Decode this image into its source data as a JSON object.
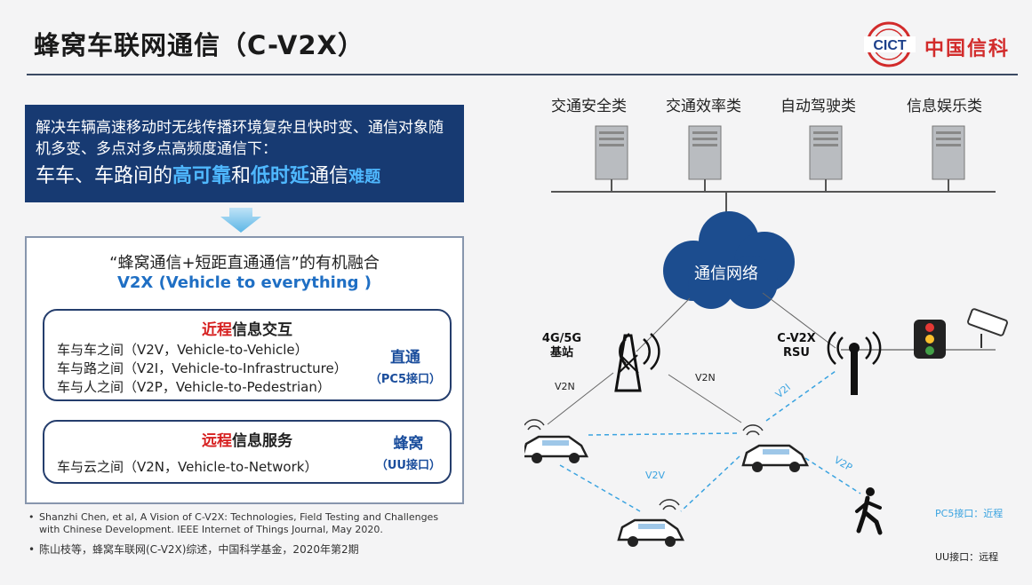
{
  "header": {
    "title": "蜂窝车联网通信（C-V2X）",
    "logo_text": "中国信科",
    "logo_mark": "CICT"
  },
  "problem": {
    "line1": "解决车辆高速移动时无线传播环境复杂且快时变、通信对象随机多变、多点对多点高频度通信下：",
    "line2_a": "车车、车路间的",
    "line2_b": "高可靠",
    "line2_c": "和",
    "line2_d": "低时延",
    "line2_e": "通信",
    "line2_f": "难题"
  },
  "fusion": {
    "title": "“蜂窝通信+短距直通通信”的有机融合",
    "subtitle": "V2X (Vehicle to everything )",
    "card1": {
      "title_red": "近程",
      "title_rest": "信息交互",
      "rows": [
        "车与车之间（V2V，Vehicle-to-Vehicle）",
        "车与路之间（V2I，Vehicle-to-Infrastructure）",
        "车与人之间（V2P，Vehicle-to-Pedestrian）"
      ],
      "side_1": "直通",
      "side_2": "（PC5接口）"
    },
    "card2": {
      "title_red": "远程",
      "title_rest": "信息服务",
      "rows": [
        "车与云之间（V2N，Vehicle-to-Network）"
      ],
      "side_1": "蜂窝",
      "side_2": "（UU接口）"
    }
  },
  "references": {
    "ref1": "Shanzhi Chen, et al, A Vision of C-V2X: Technologies, Field Testing and Challenges with Chinese Development. IEEE Internet of Things Journal, May 2020.",
    "ref2": "陈山枝等，蜂窝车联网(C-V2X)综述，中国科学基金，2020年第2期"
  },
  "diagram": {
    "categories": [
      "交通安全类",
      "交通效率类",
      "自动驾驶类",
      "信息娱乐类"
    ],
    "cloud_label": "通信网络",
    "base_station": "4G/5G\n基站",
    "base_station_1": "4G/5G",
    "base_station_2": "基站",
    "rsu_1": "C-V2X",
    "rsu_2": "RSU",
    "link_v2n_left": "V2N",
    "link_v2n_right": "V2N",
    "link_v2i": "V2I",
    "link_v2v": "V2V",
    "link_v2p": "V2P",
    "legend_pc5": "PC5接口：近程",
    "legend_uu": "UU接口：远程"
  },
  "colors": {
    "navy": "#173a72",
    "accent_blue": "#4fb8ff",
    "link_blue": "#3aa3e0",
    "red": "#d61f1f",
    "cloud": "#1c4d8f"
  }
}
